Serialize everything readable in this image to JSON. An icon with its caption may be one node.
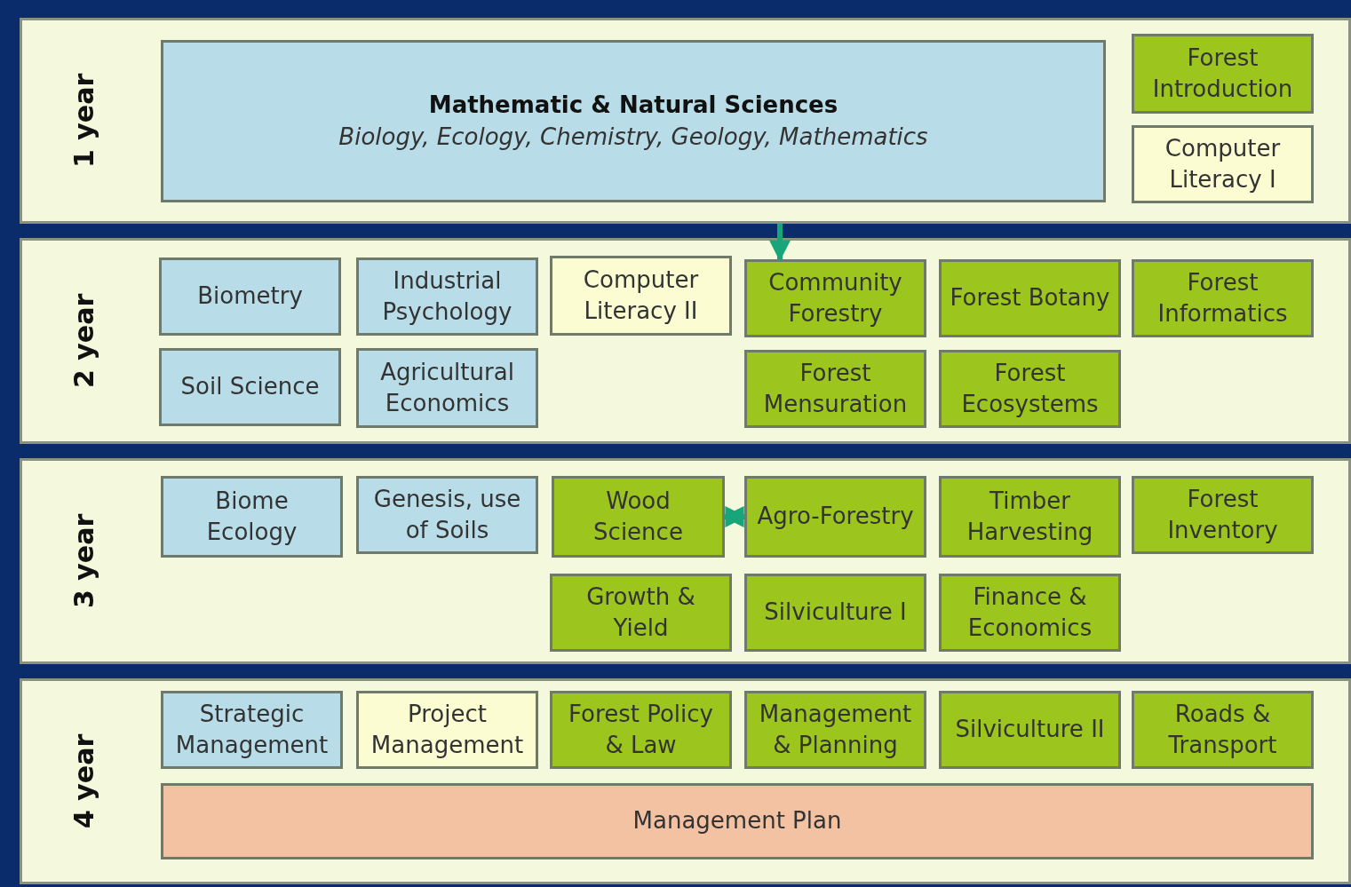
{
  "diagram": {
    "nodes": [
      {
        "text": [
          "1 year"
        ]
      },
      {
        "text": [
          "Mathematic & Natural Sciences",
          "Biology, Ecology, Chemistry, Geology, Mathematics"
        ],
        "in": 0
      },
      {
        "text": [
          "Forest Introduction"
        ],
        "in": 0
      },
      {
        "text": [
          "Computer Literacy I"
        ],
        "in": 0
      },
      {
        "text": [
          "2 year"
        ]
      },
      {
        "text": [
          "Biometry"
        ],
        "in": 4
      },
      {
        "text": [
          "Industrial Psychology"
        ],
        "in": 4
      },
      {
        "text": [
          "Computer Literacy II"
        ],
        "in": 4
      },
      {
        "text": [
          "Community Forestry"
        ],
        "in": 4
      },
      {
        "text": [
          "Forest Botany"
        ],
        "in": 4
      },
      {
        "text": [
          "Forest Informatics"
        ],
        "in": 4
      },
      {
        "text": [
          "Soil Science"
        ],
        "in": 4
      },
      {
        "text": [
          "Agricultural Economics"
        ],
        "in": 4
      },
      {
        "text": [
          "Forest Mensuration"
        ],
        "in": 4
      },
      {
        "text": [
          "Forest Ecosystems"
        ],
        "in": 4
      },
      {
        "text": [
          "3 year"
        ]
      },
      {
        "text": [
          "Biome Ecology"
        ],
        "in": 15
      },
      {
        "text": [
          "Genesis, use of Soils"
        ],
        "in": 15
      },
      {
        "text": [
          "Wood Science"
        ],
        "in": 15
      },
      {
        "text": [
          "Agro-Forestry"
        ],
        "in": 15
      },
      {
        "text": [
          "Timber Harvesting"
        ],
        "in": 15
      },
      {
        "text": [
          "Forest Inventory"
        ],
        "in": 15
      },
      {
        "text": [
          "Growth & Yield"
        ],
        "in": 15
      },
      {
        "text": [
          "Silviculture I"
        ],
        "in": 15
      },
      {
        "text": [
          "Finance & Economics"
        ],
        "in": 15
      },
      {
        "text": [
          "4 year"
        ]
      },
      {
        "text": [
          "Strategic Management"
        ],
        "in": 25
      },
      {
        "text": [
          "Project Management"
        ],
        "in": 25
      },
      {
        "text": [
          "Forest Policy & Law"
        ],
        "in": 25
      },
      {
        "text": [
          "Management & Planning"
        ],
        "in": 25
      },
      {
        "text": [
          "Silviculture II"
        ],
        "in": 25
      },
      {
        "text": [
          "Roads & Transport"
        ],
        "in": 25
      },
      {
        "text": [
          "Management Plan"
        ],
        "in": 25
      }
    ],
    "edges": [
      {
        "from": 0,
        "to": 8,
        "arrow": "to"
      },
      {
        "from": 18,
        "to": 19,
        "arrow": "both"
      }
    ]
  }
}
